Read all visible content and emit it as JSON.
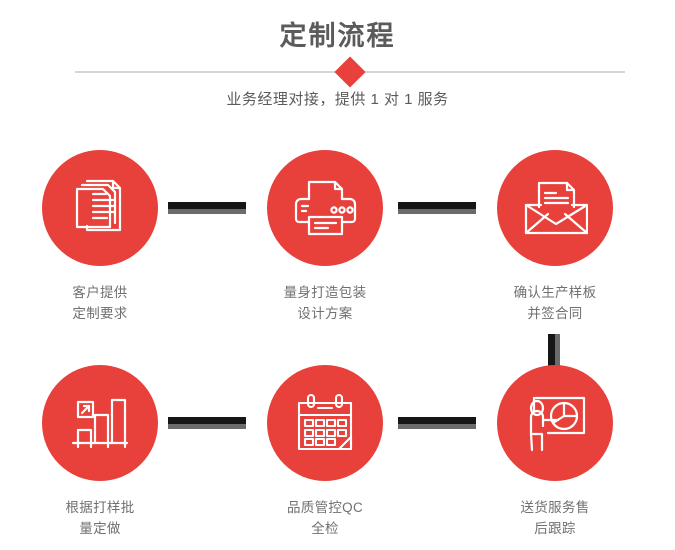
{
  "header": {
    "title": "定制流程",
    "subtitle": "业务经理对接，提供 1 对 1 服务",
    "divider_icon": "diamond-icon"
  },
  "theme": {
    "accent_red": "#E8403A",
    "title_gray": "#5B5B5B",
    "label_gray": "#707070",
    "connector_dark": "#161616",
    "connector_shadow": "#6B6B6B",
    "divider_gray": "#D6D6D6"
  },
  "steps": [
    {
      "index": "1",
      "icon": "documents-stack-icon",
      "label": "客户提供\n定制要求"
    },
    {
      "index": "2",
      "icon": "printer-icon",
      "label": "量身打造包装\n设计方案"
    },
    {
      "index": "3",
      "icon": "open-envelope-letter-icon",
      "label": "确认生产样板\n并签合同"
    },
    {
      "index": "4",
      "icon": "bar-chart-growth-icon",
      "label": "根据打样批\n量定做"
    },
    {
      "index": "5",
      "icon": "calendar-icon",
      "label": "品质管控QC\n全检"
    },
    {
      "index": "6",
      "icon": "presentation-pie-chart-icon",
      "label": "送货服务售\n后跟踪"
    }
  ],
  "connectors": [
    {
      "name": "connector-step1-step2",
      "orientation": "horizontal"
    },
    {
      "name": "connector-step2-step3",
      "orientation": "horizontal"
    },
    {
      "name": "connector-step3-step6",
      "orientation": "vertical"
    },
    {
      "name": "connector-step4-step5",
      "orientation": "horizontal"
    },
    {
      "name": "connector-step5-step6",
      "orientation": "horizontal"
    }
  ]
}
